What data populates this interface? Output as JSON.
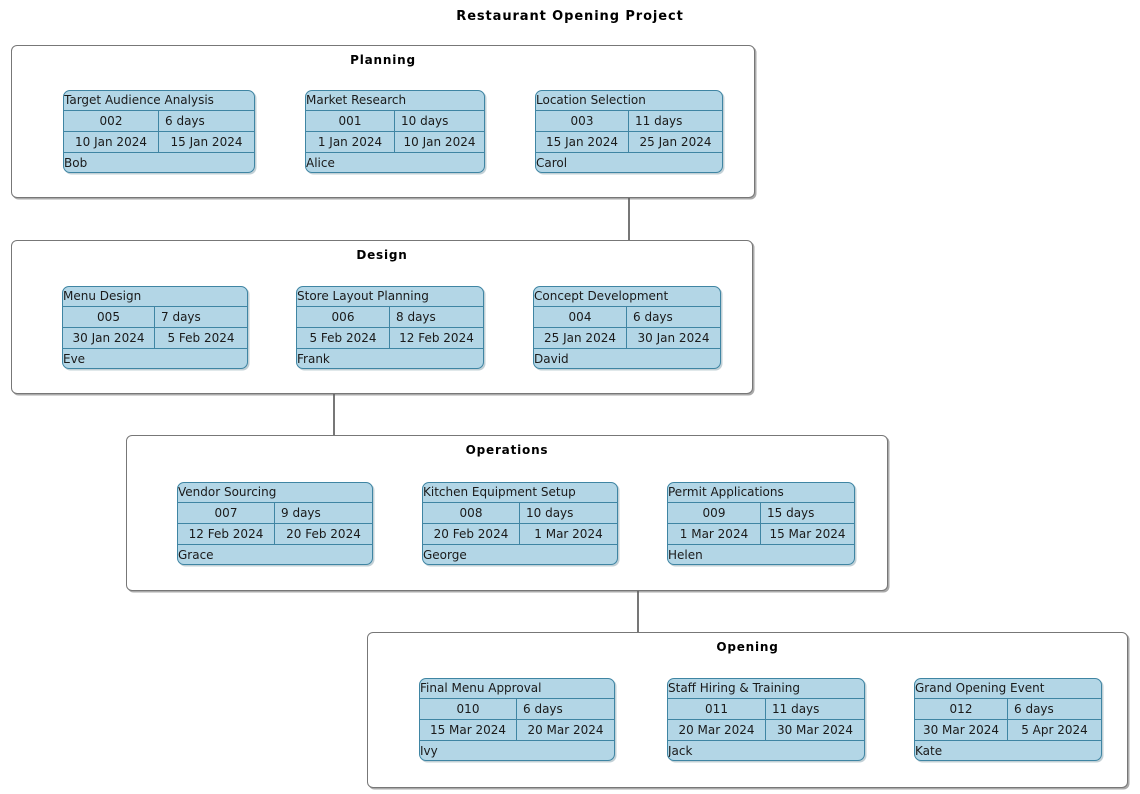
{
  "diagram": {
    "title": "Restaurant Opening Project",
    "type": "project-schedule-grouped-flowchart",
    "colors": {
      "card_fill": "#b3d6e6",
      "card_border": "#3f85a3",
      "group_border": "#777777",
      "connector": "#555555",
      "background": "#ffffff",
      "text": "#1a1a1a"
    }
  },
  "groups": [
    {
      "key": "planning",
      "label": "Planning",
      "tasks": [
        {
          "name": "Target Audience Analysis",
          "id": "002",
          "duration": "6 days",
          "start": "10 Jan 2024",
          "end": "15 Jan 2024",
          "owner": "Bob"
        },
        {
          "name": "Market Research",
          "id": "001",
          "duration": "10 days",
          "start": "1 Jan 2024",
          "end": "10 Jan 2024",
          "owner": "Alice"
        },
        {
          "name": "Location Selection",
          "id": "003",
          "duration": "11 days",
          "start": "15 Jan 2024",
          "end": "25 Jan 2024",
          "owner": "Carol"
        }
      ]
    },
    {
      "key": "design",
      "label": "Design",
      "tasks": [
        {
          "name": "Menu Design",
          "id": "005",
          "duration": "7 days",
          "start": "30 Jan 2024",
          "end": "5 Feb 2024",
          "owner": "Eve"
        },
        {
          "name": "Store Layout Planning",
          "id": "006",
          "duration": "8 days",
          "start": "5 Feb 2024",
          "end": "12 Feb 2024",
          "owner": "Frank"
        },
        {
          "name": "Concept Development",
          "id": "004",
          "duration": "6 days",
          "start": "25 Jan 2024",
          "end": "30 Jan 2024",
          "owner": "David"
        }
      ]
    },
    {
      "key": "operations",
      "label": "Operations",
      "tasks": [
        {
          "name": "Vendor Sourcing",
          "id": "007",
          "duration": "9 days",
          "start": "12 Feb 2024",
          "end": "20 Feb 2024",
          "owner": "Grace"
        },
        {
          "name": "Kitchen Equipment Setup",
          "id": "008",
          "duration": "10 days",
          "start": "20 Feb 2024",
          "end": "1 Mar 2024",
          "owner": "George"
        },
        {
          "name": "Permit Applications",
          "id": "009",
          "duration": "15 days",
          "start": "1 Mar 2024",
          "end": "15 Mar 2024",
          "owner": "Helen"
        }
      ]
    },
    {
      "key": "opening",
      "label": "Opening",
      "tasks": [
        {
          "name": "Final Menu Approval",
          "id": "010",
          "duration": "6 days",
          "start": "15 Mar 2024",
          "end": "20 Mar 2024",
          "owner": "Ivy"
        },
        {
          "name": "Staff Hiring & Training",
          "id": "011",
          "duration": "11 days",
          "start": "20 Mar 2024",
          "end": "30 Mar 2024",
          "owner": "Jack"
        },
        {
          "name": "Grand Opening Event",
          "id": "012",
          "duration": "6 days",
          "start": "30 Mar 2024",
          "end": "5 Apr 2024",
          "owner": "Kate"
        }
      ]
    }
  ],
  "dependencies": [
    {
      "from": "003",
      "to": "004"
    },
    {
      "from": "005",
      "to": "006"
    },
    {
      "from": "006",
      "to": "007"
    },
    {
      "from": "007",
      "to": "008"
    },
    {
      "from": "008",
      "to": "009"
    },
    {
      "from": "009",
      "to": "010"
    },
    {
      "from": "010",
      "to": "011"
    },
    {
      "from": "011",
      "to": "012"
    }
  ]
}
